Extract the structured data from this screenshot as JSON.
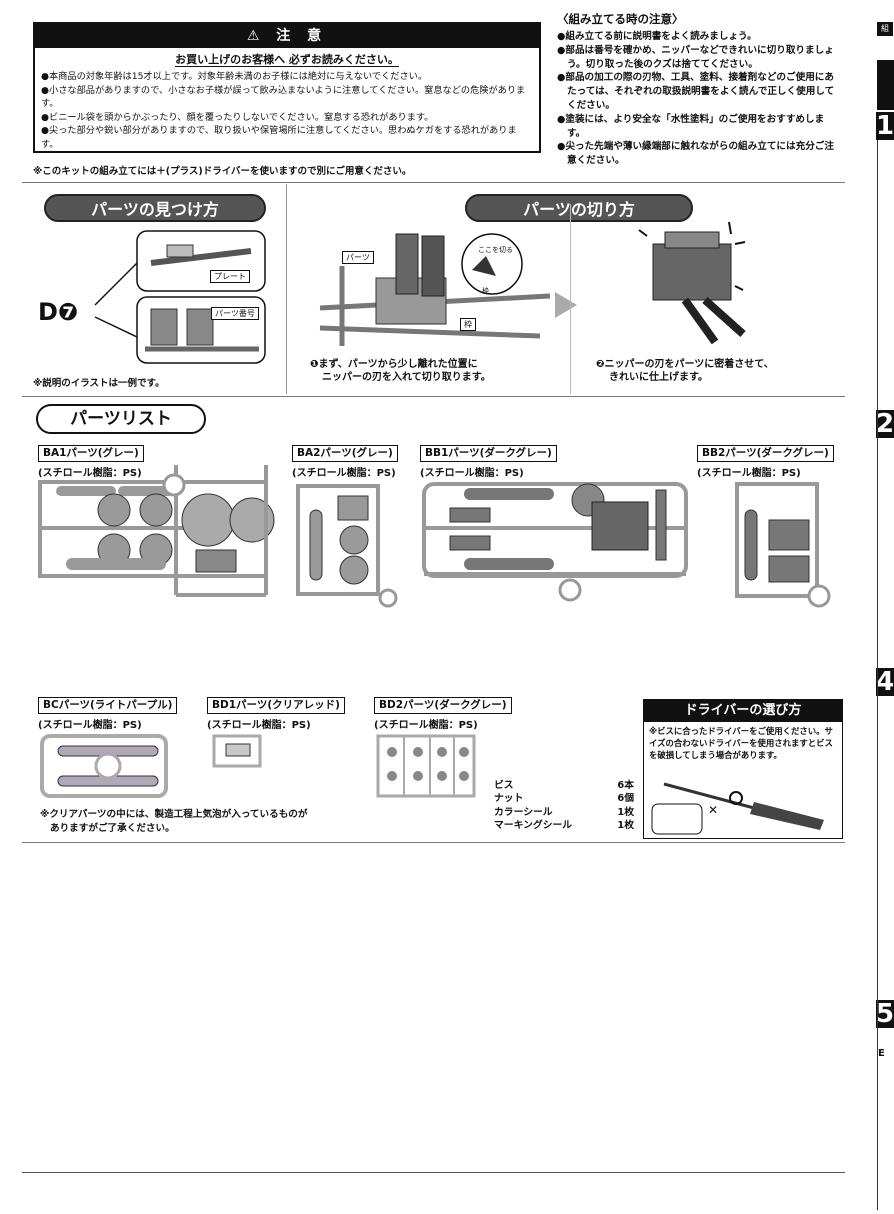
{
  "caution": {
    "title": "⚠ 注 意",
    "subtitle": "お買い上げのお客様へ 必ずお読みください。",
    "items": [
      "本商品の対象年齢は15才以上です。対象年齢未満のお子様には絶対に与えないでください。",
      "小さな部品がありますので、小さなお子様が誤って飲み込まないように注意してください。窒息などの危険があります。",
      "ビニール袋を頭からかぶったり、顔を覆ったりしないでください。窒息する恐れがあります。",
      "尖った部分や鋭い部分がありますので、取り扱いや保管場所に注意してください。思わぬケガをする恐れがあります。"
    ],
    "kit_note": "※このキットの組み立てには＋(プラス)ドライバーを使いますので別にご用意ください。"
  },
  "assembly_notes": {
    "title": "〈組み立てる時の注意〉",
    "items": [
      "組み立てる前に説明書をよく読みましょう。",
      "部品は番号を確かめ、ニッパーなどできれいに切り取りましょう。切り取った後のクズは捨ててください。",
      "部品の加工の際の刃物、工具、塗料、接着剤などのご使用にあたっては、それぞれの取扱説明書をよく読んで正しく使用してください。",
      "塗装には、より安全な「水性塗料」のご使用をおすすめします。",
      "尖った先端や薄い縁端部に触れながらの組み立てには充分ご注意ください。"
    ]
  },
  "find_parts": {
    "title": "パーツの見つけ方",
    "plate_label": "プレート",
    "part_number_label": "パーツ番号",
    "example_id": "D",
    "example_num": "❼",
    "note": "※説明のイラストは一例です。"
  },
  "cut_parts": {
    "title": "パーツの切り方",
    "parts_label": "パーツ",
    "cut_here_label": "ここを切る",
    "frame_label": "枠",
    "frame_label2": "枠",
    "step1": "❶まず、パーツから少し離れた位置にニッパーの刃を入れて切り取ります。",
    "step1_a": "❶まず、パーツから少し離れた位置に",
    "step1_b": "ニッパーの刃を入れて切り取ります。",
    "step2_a": "❷ニッパーの刃をパーツに密着させて、",
    "step2_b": "きれいに仕上げます。"
  },
  "parts_list": {
    "title": "パーツリスト",
    "runners": [
      {
        "name": "BA1パーツ(グレー)",
        "material": "(スチロール樹脂：PS)",
        "color": "#9a9a9a"
      },
      {
        "name": "BA2パーツ(グレー)",
        "material": "(スチロール樹脂：PS)",
        "color": "#9a9a9a"
      },
      {
        "name": "BB1パーツ(ダークグレー)",
        "material": "(スチロール樹脂：PS)",
        "color": "#777777"
      },
      {
        "name": "BB2パーツ(ダークグレー)",
        "material": "(スチロール樹脂：PS)",
        "color": "#777777"
      },
      {
        "name": "BCパーツ(ライトパープル)",
        "material": "(スチロール樹脂：PS)",
        "color": "#b0a8b8"
      },
      {
        "name": "BD1パーツ(クリアレッド)",
        "material": "(スチロール樹脂：PS)",
        "color": "#c8c8c8"
      },
      {
        "name": "BD2パーツ(ダークグレー)",
        "material": "(スチロール樹脂：PS)",
        "color": "#888888"
      }
    ],
    "clear_note_1": "※クリアパーツの中には、製造工程上気泡が入っているものが",
    "clear_note_2": "ありますがご了承ください。",
    "extras": [
      {
        "name": "ビス",
        "qty": "6本"
      },
      {
        "name": "ナット",
        "qty": "6個"
      },
      {
        "name": "カラーシール",
        "qty": "1枚"
      },
      {
        "name": "マーキングシール",
        "qty": "1枚"
      }
    ]
  },
  "driver": {
    "title": "ドライバーの選び方",
    "text": "※ビスに合ったドライバーをご使用ください。サイズの合わないドライバーを使用されますとビスを破損してしまう場合があります。"
  },
  "edge": {
    "top_label": "組",
    "steps": [
      "1",
      "2",
      "4",
      "5"
    ],
    "bottom_label": "E"
  }
}
